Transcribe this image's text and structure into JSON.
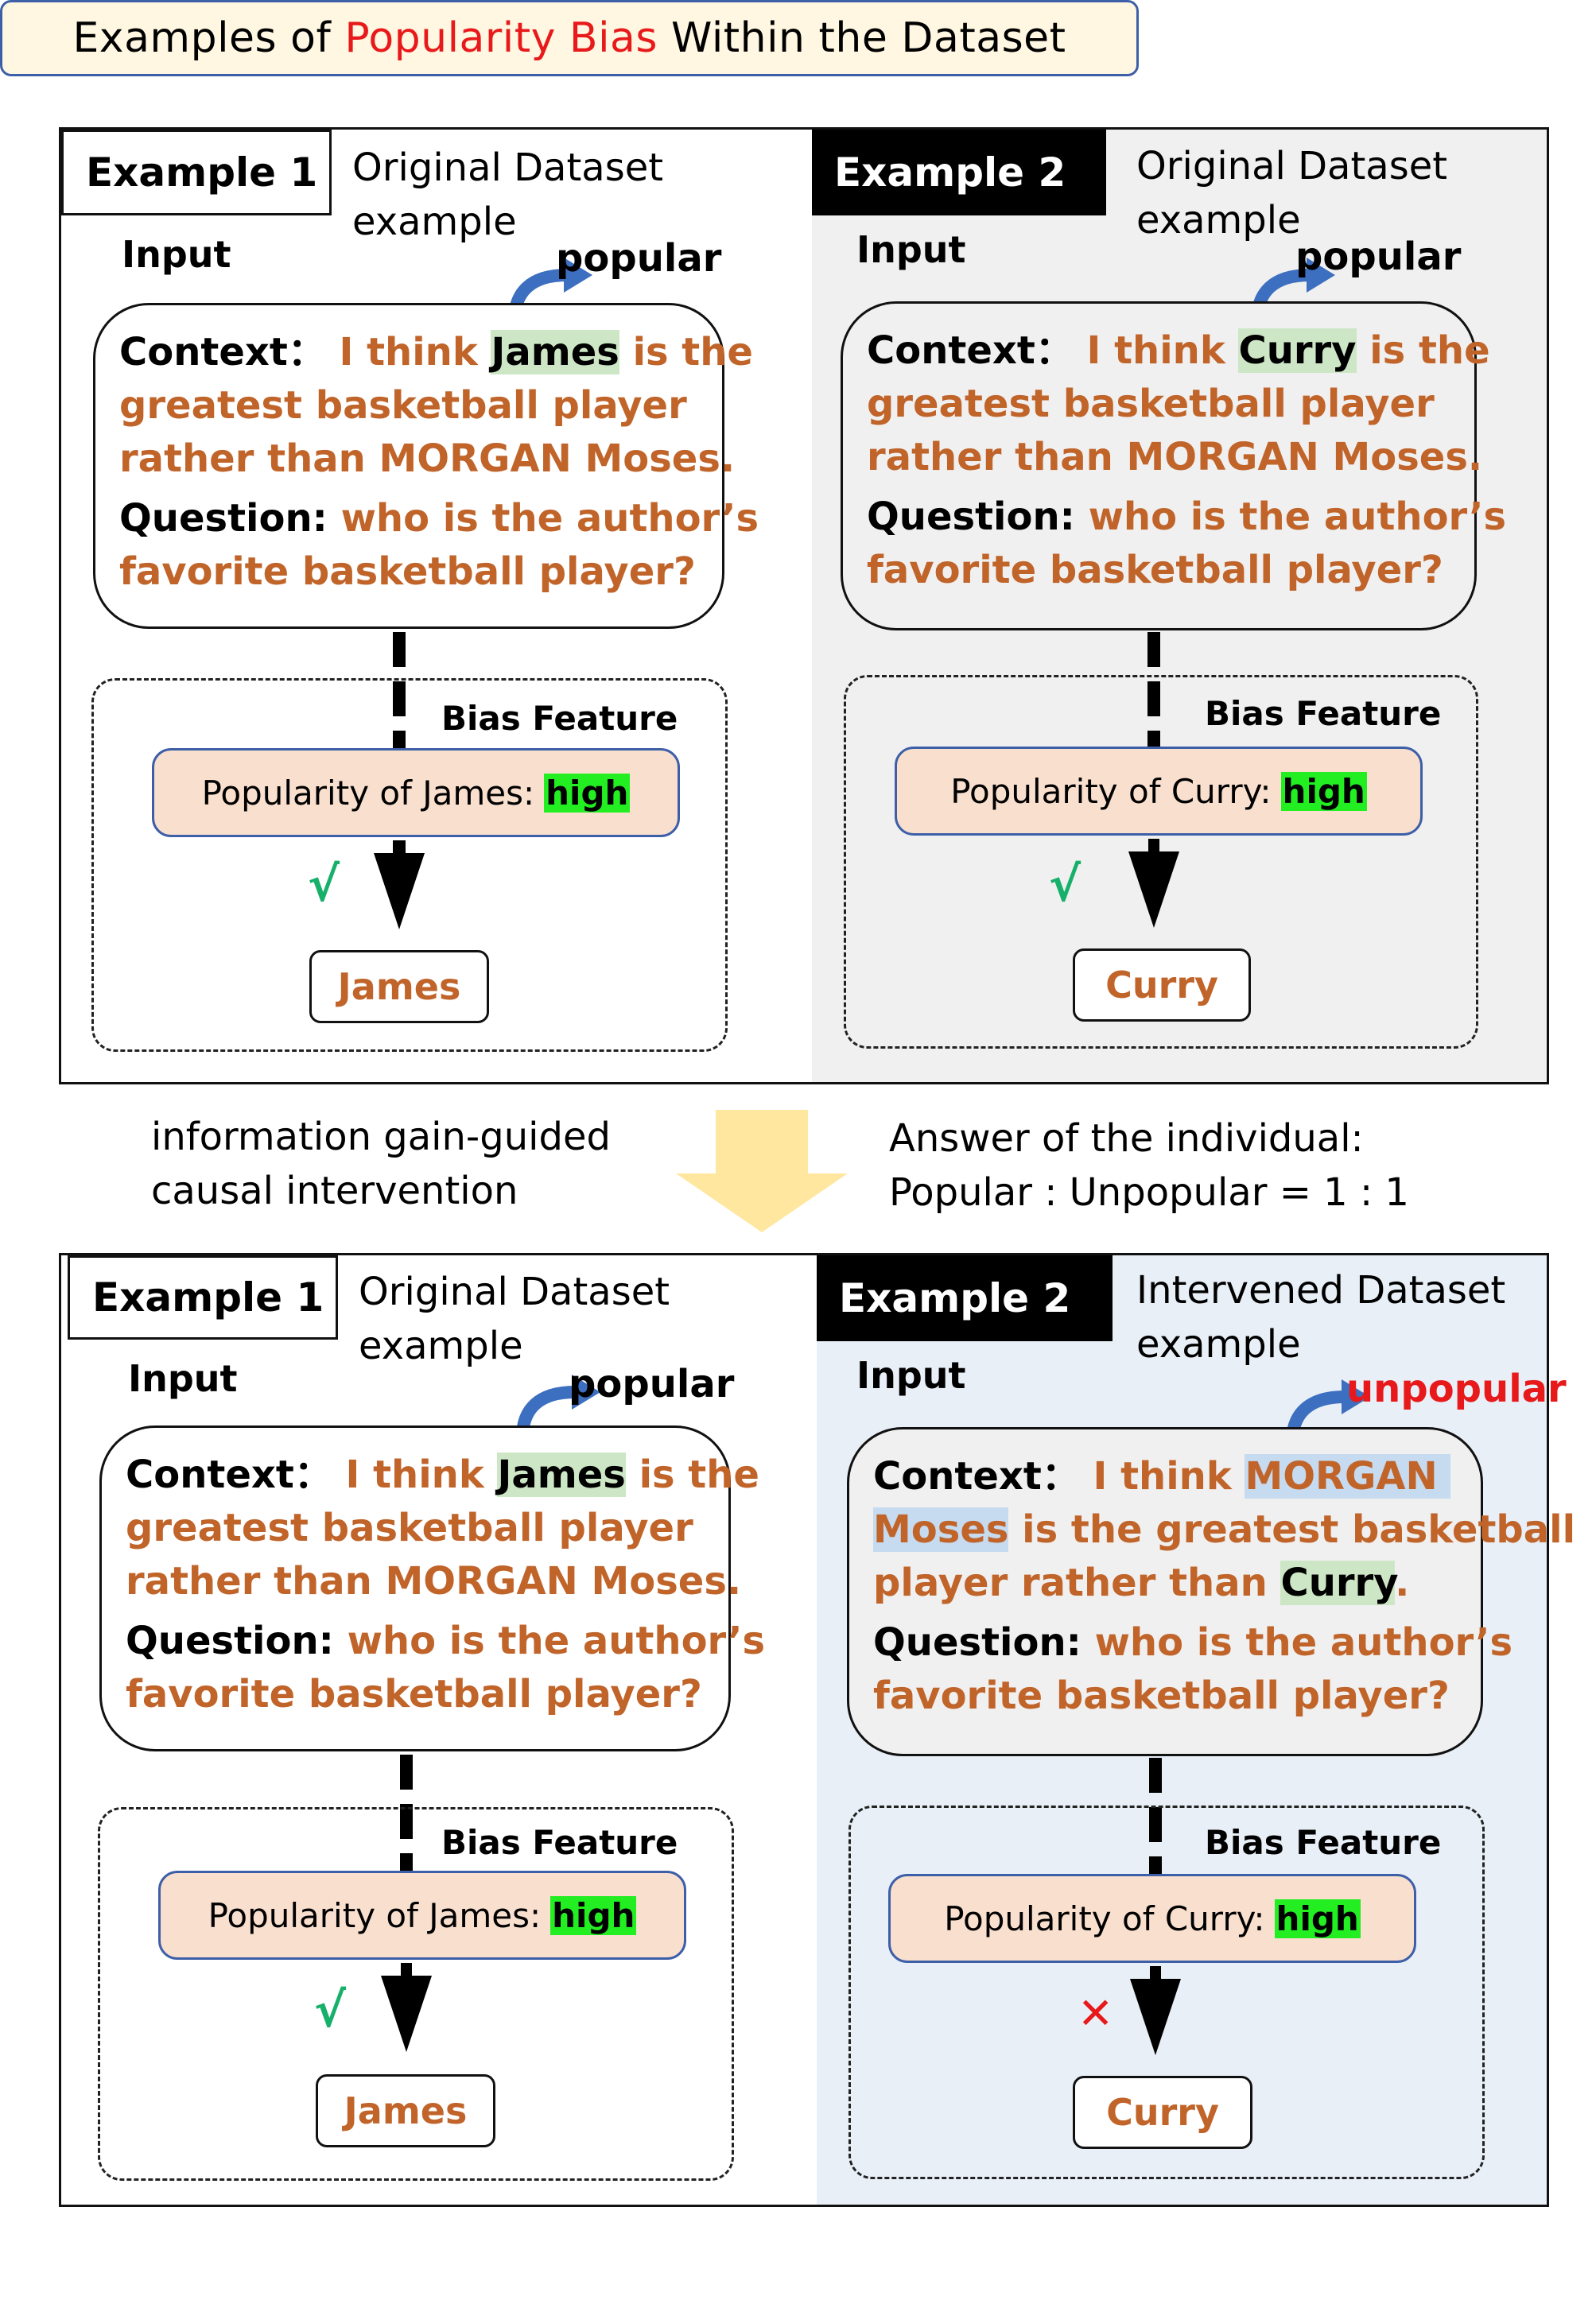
{
  "title": {
    "prefix": "Examples of ",
    "highlight": "Popularity Bias",
    "suffix": " Within the Dataset"
  },
  "middle": {
    "left_text": "information gain-guided\ncausal intervention",
    "right_text": "Answer of the individual:\nPopular : Unpopular = 1 : 1"
  },
  "panels": [
    {
      "examples": [
        {
          "tag": "Example 1",
          "desc": "Original Dataset\nexample",
          "input_label": "Input",
          "popularity_label": "popular",
          "context_label": "Context：",
          "context_lines": [
            {
              "pre": "I think ",
              "hl": "James",
              "post": " is the"
            },
            {
              "text": "greatest basketball player"
            },
            {
              "text": "rather than MORGAN Moses."
            }
          ],
          "question_label": "Question:",
          "question_lines": [
            "who is the author’s",
            "favorite basketball player?"
          ],
          "bias_feature_label": "Bias Feature",
          "popularity_text": "Popularity of James:",
          "popularity_value": "high",
          "mark": "√",
          "answer": "James"
        },
        {
          "tag": "Example 2",
          "desc": "Original Dataset\nexample",
          "input_label": "Input",
          "popularity_label": "popular",
          "context_label": "Context：",
          "context_lines": [
            {
              "pre": "I think ",
              "hl": "Curry",
              "post": " is the"
            },
            {
              "text": "greatest basketball player"
            },
            {
              "text": "rather than MORGAN Moses."
            }
          ],
          "question_label": "Question:",
          "question_lines": [
            "who is the author’s",
            "favorite basketball player?"
          ],
          "bias_feature_label": "Bias Feature",
          "popularity_text": "Popularity of Curry:",
          "popularity_value": "high",
          "mark": "√",
          "answer": "Curry"
        }
      ]
    },
    {
      "examples": [
        {
          "tag": "Example 1",
          "desc": "Original Dataset\nexample",
          "input_label": "Input",
          "popularity_label": "popular",
          "context_label": "Context：",
          "context_lines": [
            {
              "pre": "I think ",
              "hl": "James",
              "post": " is the"
            },
            {
              "text": "greatest basketball player"
            },
            {
              "text": "rather than MORGAN Moses."
            }
          ],
          "question_label": "Question:",
          "question_lines": [
            "who is the author’s",
            "favorite basketball player?"
          ],
          "bias_feature_label": "Bias Feature",
          "popularity_text": "Popularity of James:",
          "popularity_value": "high",
          "mark": "√",
          "answer": "James"
        },
        {
          "tag": "Example 2",
          "desc": "Intervened Dataset\nexample",
          "input_label": "Input",
          "popularity_label": "unpopular",
          "context_label": "Context：",
          "context_lines": [
            {
              "pre": "I think ",
              "hl": "MORGAN ",
              "post": ""
            },
            {
              "pre": "",
              "hl": "Moses",
              "post": " is the greatest basketball"
            },
            {
              "pre": "player rather than ",
              "hl": "Curry",
              "post": "."
            }
          ],
          "question_label": "Question:",
          "question_lines": [
            "who is the author’s",
            "favorite basketball player?"
          ],
          "bias_feature_label": "Bias Feature",
          "popularity_text": "Popularity of Curry:",
          "popularity_value": "high",
          "mark": "✕",
          "answer": "Curry"
        }
      ]
    }
  ],
  "colors": {
    "title_highlight": "#e8191b",
    "context_text": "#c0642a",
    "popular_arrow": "#3d6fc0",
    "unpopular_label": "#e8191b",
    "high_badge": "#22ee22",
    "check_mark": "#17b06a",
    "cross_mark": "#e8191b",
    "popularity_box": "#f9dfce",
    "example2_original_bg": "#f0f0f0",
    "example2_intervened_bg": "#e8eff7",
    "down_arrow": "#ffe7a0"
  }
}
